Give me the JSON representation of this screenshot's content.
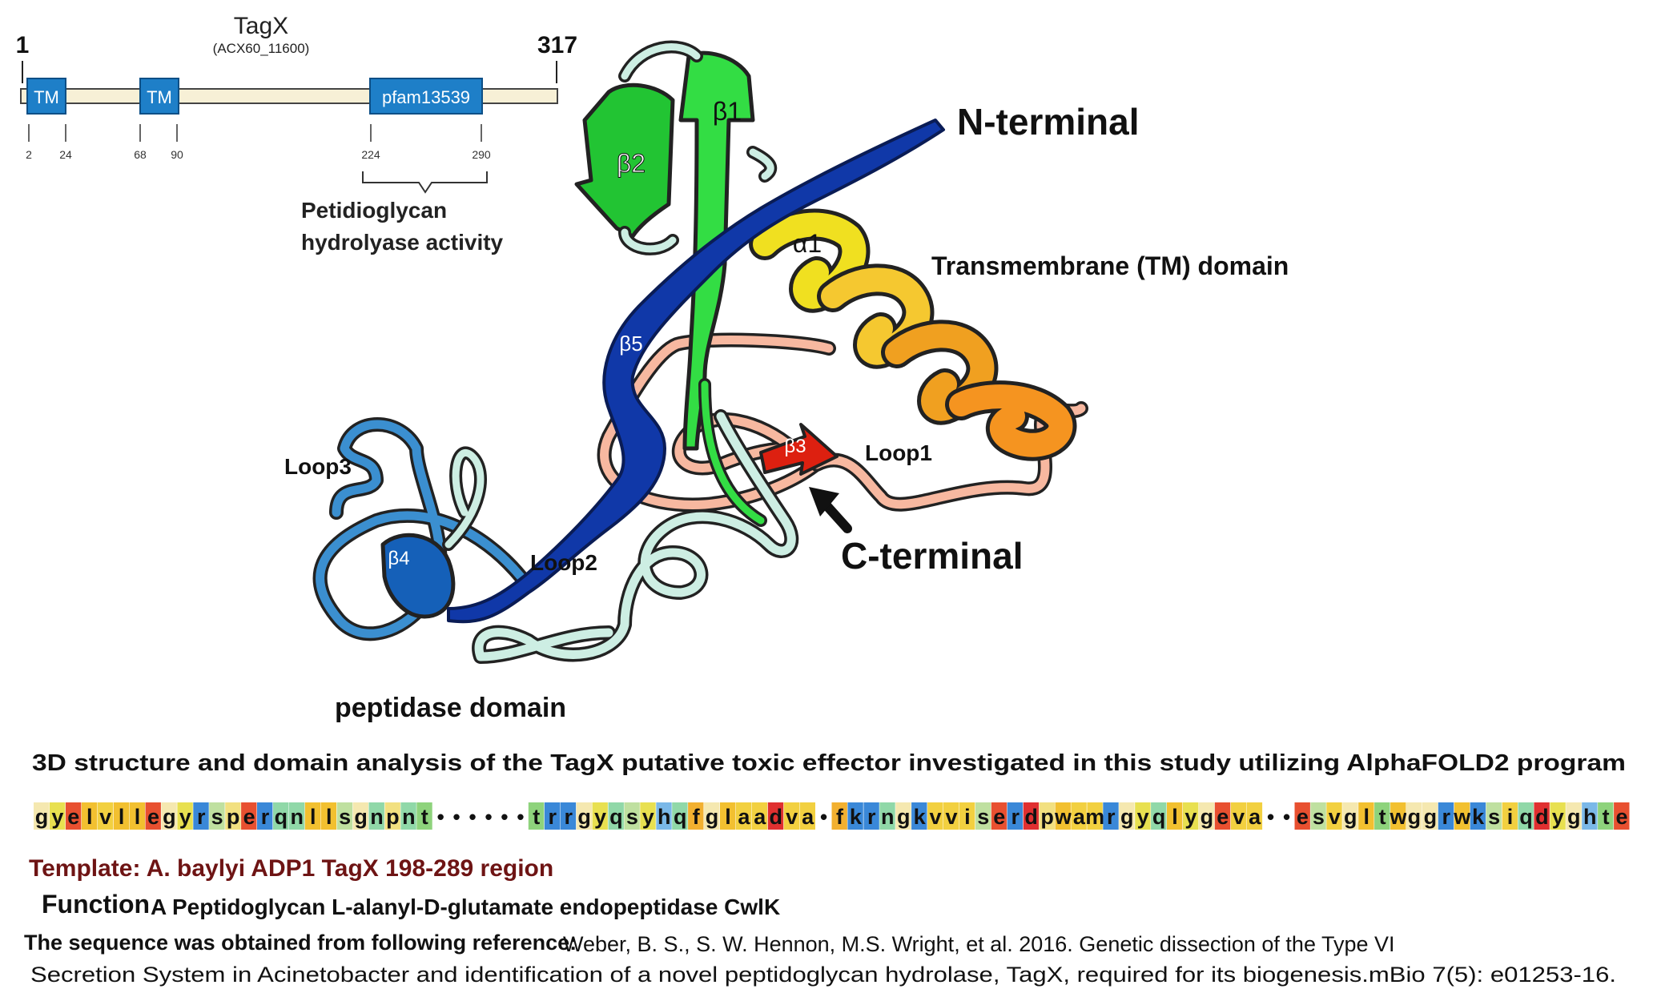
{
  "domain_map": {
    "protein_name": "TagX",
    "locus_tag": "(ACX60_11600)",
    "start": "1",
    "end": "317",
    "domains": [
      {
        "label": "TM",
        "start_pos": "2",
        "end_pos": "24"
      },
      {
        "label": "TM",
        "start_pos": "68",
        "end_pos": "90"
      },
      {
        "label": "pfam13539",
        "start_pos": "224",
        "end_pos": "290"
      }
    ],
    "activity_label_line1": "Petidioglycan",
    "activity_label_line2": "hydrolyase activity"
  },
  "structure": {
    "elements": [
      "β1",
      "β2",
      "α1",
      "β5",
      "β3",
      "β4"
    ],
    "n_terminal": "N-terminal",
    "c_terminal": "C-terminal",
    "tm_domain": "Transmembrane (TM) domain",
    "loop1": "Loop1",
    "loop2": "Loop2",
    "loop3": "Loop3",
    "peptidase_domain": "peptidase domain",
    "colors": {
      "beta1": "#33dd44",
      "beta2": "#22c433",
      "alpha1": "#f0e020",
      "helix_orange": "#f0a020",
      "beta5": "#1038a8",
      "beta3": "#dd2010",
      "beta4": "#1560b8",
      "loop_light": "#cdeee3",
      "loop_blue": "#3b8fd0",
      "loop_salmon": "#f7b8a0"
    }
  },
  "caption": "3D structure and domain analysis of the TagX putative toxic effector investigated in this study utilizing AlphaFOLD2 program",
  "sequence": {
    "segments": [
      "gyelvllegyrsperqnllsgnpnt",
      "------",
      "trrgyqsyhqfglaadva",
      "-",
      "fkrngkvviserdpwamrgyqlygeva",
      "--",
      "esvgltwggrwksiqdyghte"
    ]
  },
  "template": "Template: A. baylyi ADP1 TagX 198-289 region",
  "function_heading": "Function",
  "function_text": "A Peptidoglycan L-alanyl-D-glutamate endopeptidase CwlK",
  "reference_heading": "The sequence was obtained from following reference:",
  "reference_line1": "Weber, B. S., S. W. Hennon, M.S. Wright, et al. 2016.  Genetic dissection of the Type VI",
  "reference_line2": "Secretion System in Acinetobacter and identification of a novel peptidoglycan hydrolase, TagX, required for its biogenesis.mBio 7(5): e01253-16."
}
